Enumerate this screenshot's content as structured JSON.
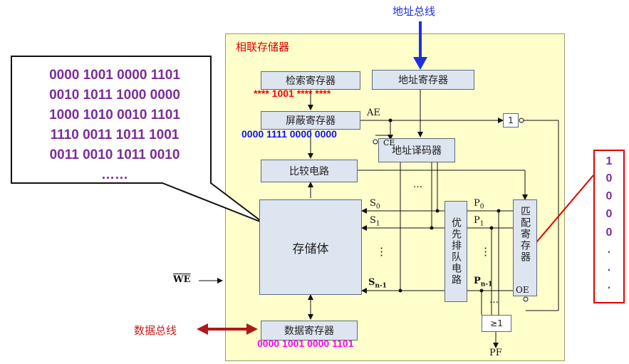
{
  "title": "相联存储器",
  "address_bus": "地址总线",
  "data_bus": "数据总线",
  "we_label": "WE",
  "registers": {
    "search": "检索寄存器",
    "mask": "屏蔽寄存器",
    "compare": "比较电路",
    "memory": "存储体",
    "data": "数据寄存器",
    "address": "地址寄存器",
    "decoder": "地址译码器",
    "priority": "优先排队电路",
    "match": "匹配寄存器"
  },
  "signals": {
    "ae": "AE",
    "ce": "CE",
    "oe": "OE",
    "pf": "PF",
    "not_gate": "1",
    "or_gate": "≥1",
    "dots_h": "…",
    "dots_v": "⋮",
    "s0": "S",
    "s0_sub": "0",
    "s1": "S",
    "s1_sub": "1",
    "sn": "S",
    "sn_sub": "n-1",
    "p0": "P",
    "p0_sub": "0",
    "p1": "P",
    "p1_sub": "1",
    "pn": "P",
    "pn_sub": "n-1"
  },
  "values": {
    "search_value": "**** 1001 **** ****",
    "mask_value": "0000 1111 0000 0000",
    "data_value": "0000 1001 0000 1101"
  },
  "callout_lines": [
    "0000 1001 0000 1101",
    "0010 1011 1000 0000",
    "1000 1010 0010 1101",
    "1110 0011 1011 1001",
    "0011 0010 1011 0010",
    "……"
  ],
  "match_bits": [
    "1",
    "0",
    "0",
    "0",
    "0",
    ".",
    ".",
    "."
  ],
  "colors": {
    "background": "#ffffcc",
    "register": "#dde5f0",
    "title": "#e00000",
    "address_bus_arrow": "#1f2fe0",
    "data_bus_arrow": "#b01818",
    "search_value": "#ff0000",
    "mask_value": "#1010ff",
    "data_value": "#ff00ff",
    "callout_text": "#7b2d9a"
  }
}
